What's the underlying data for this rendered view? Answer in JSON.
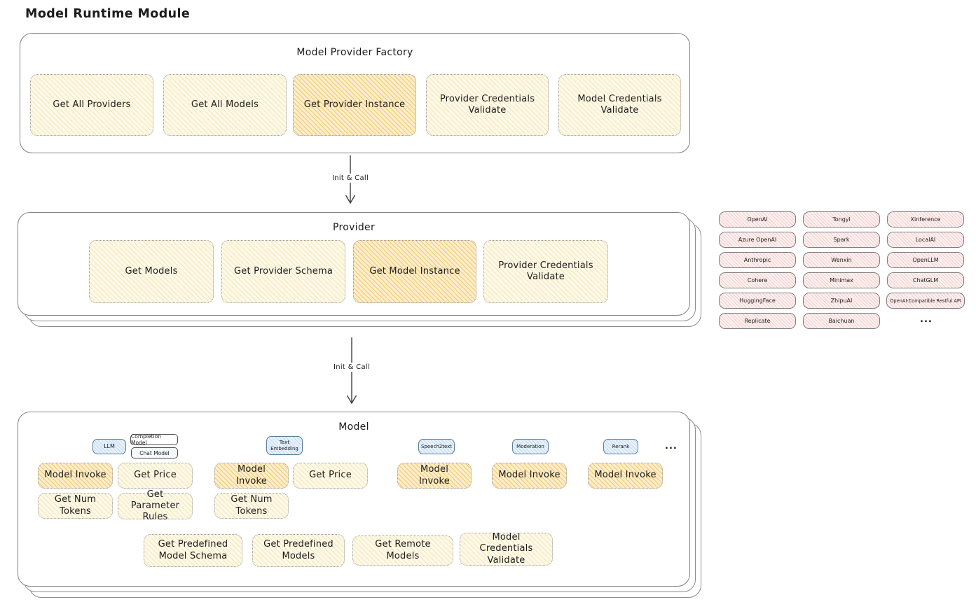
{
  "page_title": "Model Runtime Module",
  "arrows": {
    "top_label": "Init & Call",
    "bottom_label": "Init & Call"
  },
  "factory": {
    "title": "Model Provider Factory",
    "boxes": [
      {
        "label": "Get All Providers",
        "highlight": false
      },
      {
        "label": "Get All Models",
        "highlight": false
      },
      {
        "label": "Get Provider Instance",
        "highlight": true
      },
      {
        "label": "Provider Credentials Validate",
        "highlight": false
      },
      {
        "label": "Model Credentials Validate",
        "highlight": false
      }
    ]
  },
  "provider": {
    "title": "Provider",
    "boxes": [
      {
        "label": "Get Models",
        "highlight": false
      },
      {
        "label": "Get Provider Schema",
        "highlight": false
      },
      {
        "label": "Get Model Instance",
        "highlight": true
      },
      {
        "label": "Provider Credentials Validate",
        "highlight": false
      }
    ]
  },
  "providers_grid": {
    "items": [
      "OpenAI",
      "Tongyi",
      "Xinference",
      "Azure OpenAI",
      "Spark",
      "LocalAI",
      "Anthropic",
      "Wenxin",
      "OpenLLM",
      "Cohere",
      "Minimax",
      "ChatGLM",
      "HuggingFace",
      "ZhipuAI",
      "OpenAI-Compatible Restful API",
      "Replicate",
      "Baichuan"
    ],
    "more": "..."
  },
  "model": {
    "title": "Model",
    "tags": {
      "llm": "LLM",
      "completion": "Completion Model",
      "chat": "Chat Model",
      "text_embedding": "Text Embedding",
      "speech2text": "Speech2text",
      "moderation": "Moderation",
      "rerank": "Rerank",
      "more": "..."
    },
    "ops": {
      "llm_model_invoke": "Model Invoke",
      "llm_get_price": "Get Price",
      "llm_get_num_tokens": "Get Num Tokens",
      "llm_get_parameter_rules": "Get Parameter Rules",
      "emb_model_invoke": "Model Invoke",
      "emb_get_price": "Get Price",
      "emb_get_num_tokens": "Get Num Tokens",
      "s2t_model_invoke": "Model Invoke",
      "moderation_model_invoke": "Model Invoke",
      "rerank_model_invoke": "Model Invoke"
    },
    "bottom_ops": [
      "Get Predefined Model Schema",
      "Get Predefined Models",
      "Get Remote Models",
      "Model Credentials Validate"
    ]
  },
  "colors": {
    "op_fill": "#fdf9ea",
    "op_highlight_fill": "#fcefcd",
    "tag_blue_fill": "#e9f2fc",
    "provider_pink_fill": "#fdf1f0",
    "stroke_gray": "#828282",
    "arrow_stroke": "#3d3d3d"
  }
}
